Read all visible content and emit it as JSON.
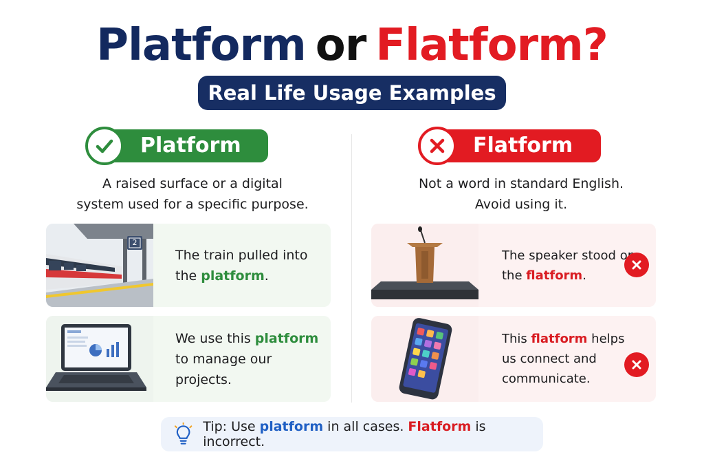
{
  "title": {
    "word1": "Platform",
    "word2": "or",
    "word3": "Flatform?"
  },
  "subtitle": "Real Life Usage Examples",
  "correct": {
    "label": "Platform",
    "description": [
      "A raised surface or a digital",
      "system used for a specific purpose."
    ],
    "examples": [
      {
        "pre": "The train pulled into the ",
        "word": "platform",
        "post": "."
      },
      {
        "pre": "We use this ",
        "word": "platform",
        "post": " to manage our projects."
      }
    ],
    "platform_sign": "2"
  },
  "incorrect": {
    "label": "Flatform",
    "description": [
      "Not a word in standard English.",
      "Avoid using it."
    ],
    "examples": [
      {
        "pre": "The speaker stood on the ",
        "word": "flatform",
        "post": "."
      },
      {
        "pre": "This ",
        "word": "flatform",
        "post": " helps us connect and communicate."
      }
    ]
  },
  "tip": {
    "pre": "Tip: Use ",
    "word1": "platform",
    "mid": " in all cases. ",
    "word2": "Flatform",
    "post": " is incorrect."
  },
  "colors": {
    "navy": "#13295f",
    "green": "#2e8d3d",
    "red": "#e21b22",
    "blue": "#1f5fc4"
  }
}
